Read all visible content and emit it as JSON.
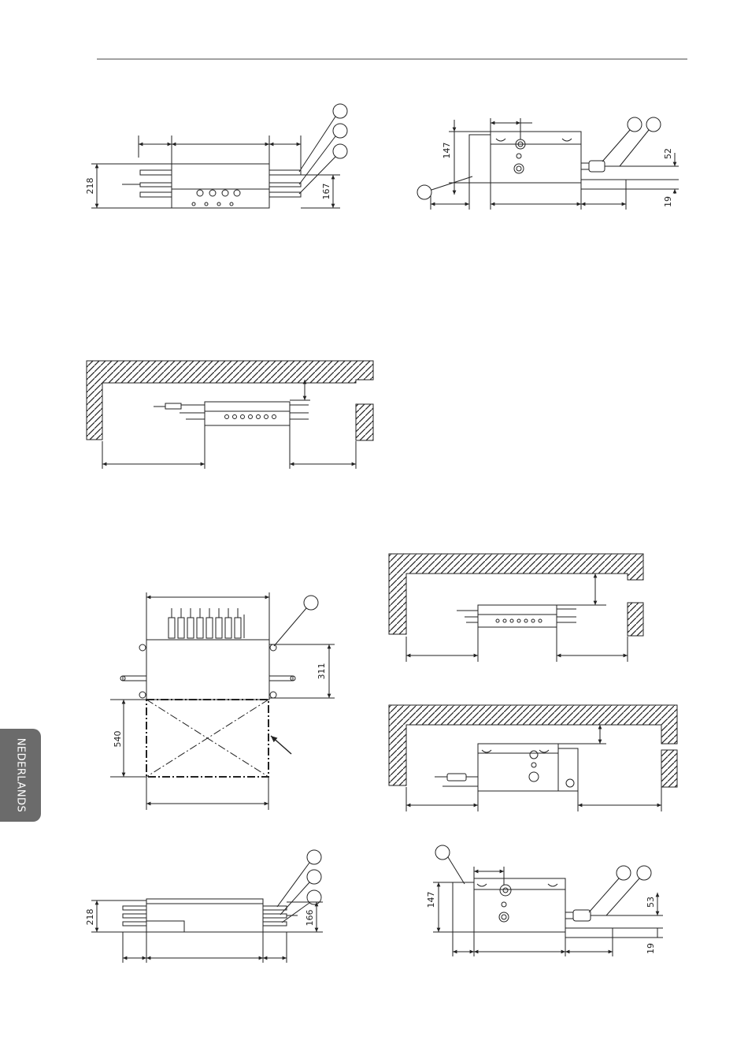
{
  "language_tab": "NEDERLANDS",
  "dimensions": {
    "fig1_height": "218",
    "fig1_depth": "167",
    "fig2_height": "147",
    "fig2_offset_upper": "52",
    "fig2_offset_lower": "19",
    "fig5_depth": "311",
    "fig5_service_space": "540",
    "fig8_height": "218",
    "fig8_depth": "166",
    "fig9_height": "147",
    "fig9_offset_upper": "53",
    "fig9_offset_lower": "19"
  }
}
